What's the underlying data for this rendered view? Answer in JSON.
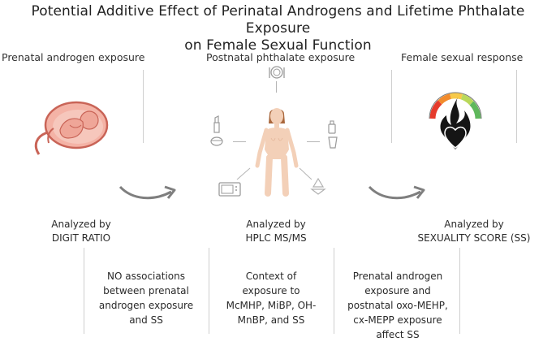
{
  "title": {
    "line1": "Potential Additive Effect of Perinatal Androgens and Lifetime Phthalate Exposure",
    "line2": "on Female Sexual Function"
  },
  "columns": [
    {
      "heading": "Prenatal androgen exposure",
      "analyzed_by": "Analyzed by",
      "method": "DIGIT RATIO",
      "finding": [
        "NO associations",
        "between prenatal",
        "androgen exposure",
        "and SS"
      ]
    },
    {
      "heading": "Postnatal phthalate exposure",
      "analyzed_by": "Analyzed by",
      "method": "HPLC MS/MS",
      "finding": [
        "Context of",
        "exposure to",
        "McMHP, MiBP, OH-",
        "MnBP, and SS"
      ]
    },
    {
      "heading": "Female sexual response",
      "analyzed_by": "Analyzed by",
      "method": "SEXUALITY SCORE (SS)",
      "finding": [
        "Prenatal androgen",
        "exposure and",
        "postnatal oxo-MEHP,",
        "cx-MEPP exposure",
        "affect SS"
      ]
    }
  ],
  "colors": {
    "fetus": "#e89a8c",
    "fetus_dark": "#c96457",
    "skin": "#f3d0b8",
    "hair": "#a9673c",
    "icons": "#9a9a9a",
    "arrows": "#7f7f7f",
    "heart": "#151515",
    "gauge": [
      "#e53b2c",
      "#f28b2c",
      "#f7c948",
      "#b9d85a",
      "#5fb85c"
    ]
  },
  "icons": [
    "fetus-in-womb-icon",
    "food-plate-icon",
    "lipstick-icon",
    "body-cream-icon",
    "perfume-icon",
    "cup-icon",
    "microwave-icon",
    "recycle-icon",
    "woman-figure-icon",
    "arousal-gauge-icon",
    "flaming-heart-icon"
  ]
}
